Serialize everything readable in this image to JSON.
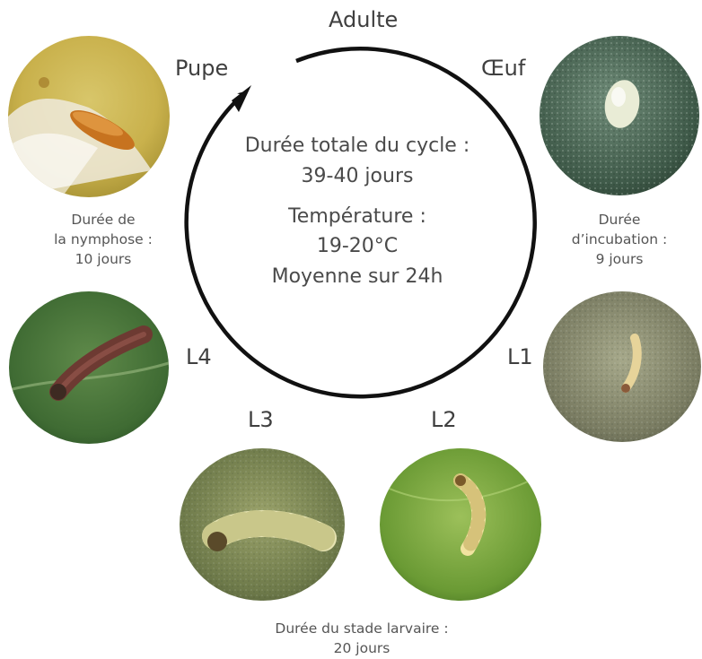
{
  "stages": {
    "adult": "Adulte",
    "pupa": "Pupe",
    "egg": "Œuf",
    "l1": "L1",
    "l2": "L2",
    "l3": "L3",
    "l4": "L4"
  },
  "center": {
    "line1": "Durée totale du cycle :",
    "line2": "39-40 jours",
    "line3": "Température :",
    "line4": "19-20°C",
    "line5": "Moyenne sur 24h"
  },
  "durations": {
    "pupa": [
      "Durée de",
      "la nymphose :",
      "10 jours"
    ],
    "egg": [
      "Durée",
      "d’incubation :",
      "9 jours"
    ],
    "larva": [
      "Durée du stade larvaire :",
      "20 jours"
    ]
  },
  "photos": {
    "pupa": "pupa-photo",
    "egg": "egg-photo",
    "l1": "larva-l1-photo",
    "l2": "larva-l2-photo",
    "l3": "larva-l3-photo",
    "l4": "larva-l4-photo"
  },
  "colors": {
    "text": "#4a4a4a",
    "cycle_arrow": "#111111"
  }
}
